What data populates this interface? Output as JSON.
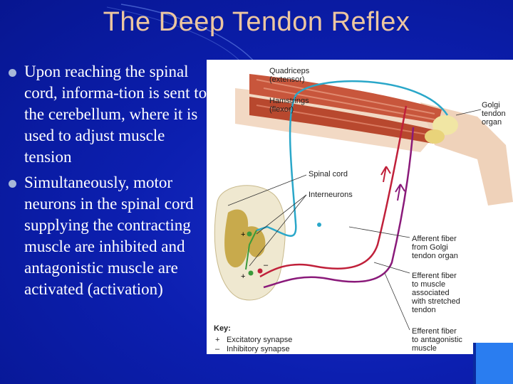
{
  "slide": {
    "title": "The Deep Tendon Reflex",
    "bullets": [
      "Upon reaching the spinal cord, informa-tion is sent to the cerebellum, where it is used to adjust muscle tension",
      "Simultaneously, motor neurons in the spinal cord supplying the contracting muscle are inhibited and antagonistic muscle are activated (activation)"
    ]
  },
  "figure": {
    "labels": {
      "quadriceps": "Quadriceps\n(extensor)",
      "hamstrings": "Hamstrings\n(flexor)",
      "golgi": "Golgi\ntendon\norgan",
      "spinal_cord": "Spinal cord",
      "interneurons": "Interneurons",
      "afferent_golgi": "Afferent fiber\nfrom Golgi\ntendon organ",
      "efferent_stretched": "Efferent fiber\nto muscle\nassociated\nwith stretched\ntendon",
      "efferent_antagonistic": "Efferent fiber\nto antagonistic\nmuscle"
    },
    "key": {
      "title": "Key:",
      "excitatory": "Excitatory synapse",
      "inhibitory": "Inhibitory synapse",
      "plus": "+",
      "minus": "–"
    }
  },
  "colors": {
    "background": "#0c1fb0",
    "title": "#ecc6a0",
    "afferent": "#2aa7c9",
    "efferent_red": "#c0203a",
    "efferent_purple": "#8a1a7a",
    "interneuron": "#3a9a3a"
  }
}
